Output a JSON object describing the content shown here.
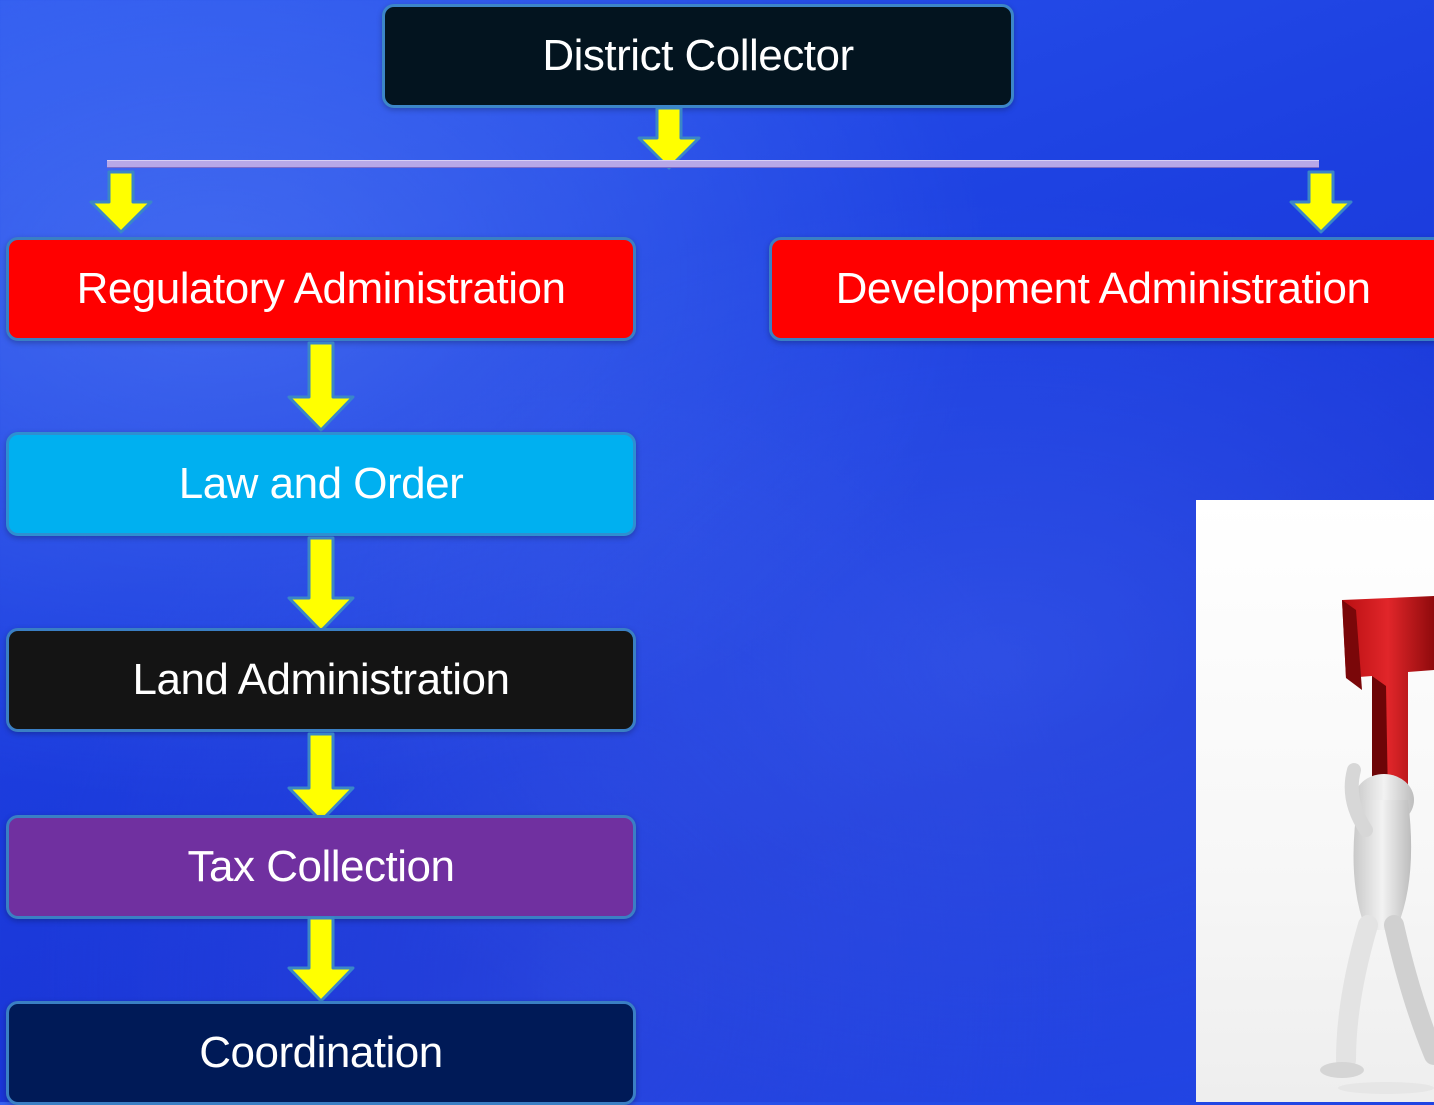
{
  "diagram": {
    "root": {
      "label": "District Collector",
      "color": "#03141f"
    },
    "branches": [
      {
        "label": "Regulatory Administration",
        "color": "#ff0000"
      },
      {
        "label": "Development Administration",
        "color": "#ff0000"
      }
    ],
    "chain": [
      {
        "label": "Law and Order",
        "color": "#00b0f0"
      },
      {
        "label": "Land Administration",
        "color": "#141414"
      },
      {
        "label": "Tax Collection",
        "color": "#7030a0"
      },
      {
        "label": "Coordination",
        "color": "#001a57"
      }
    ],
    "arrow_color": "#ffff00",
    "connector_color": "#b7a8e8"
  },
  "image": {
    "icon": "tax-carrier-figure"
  }
}
